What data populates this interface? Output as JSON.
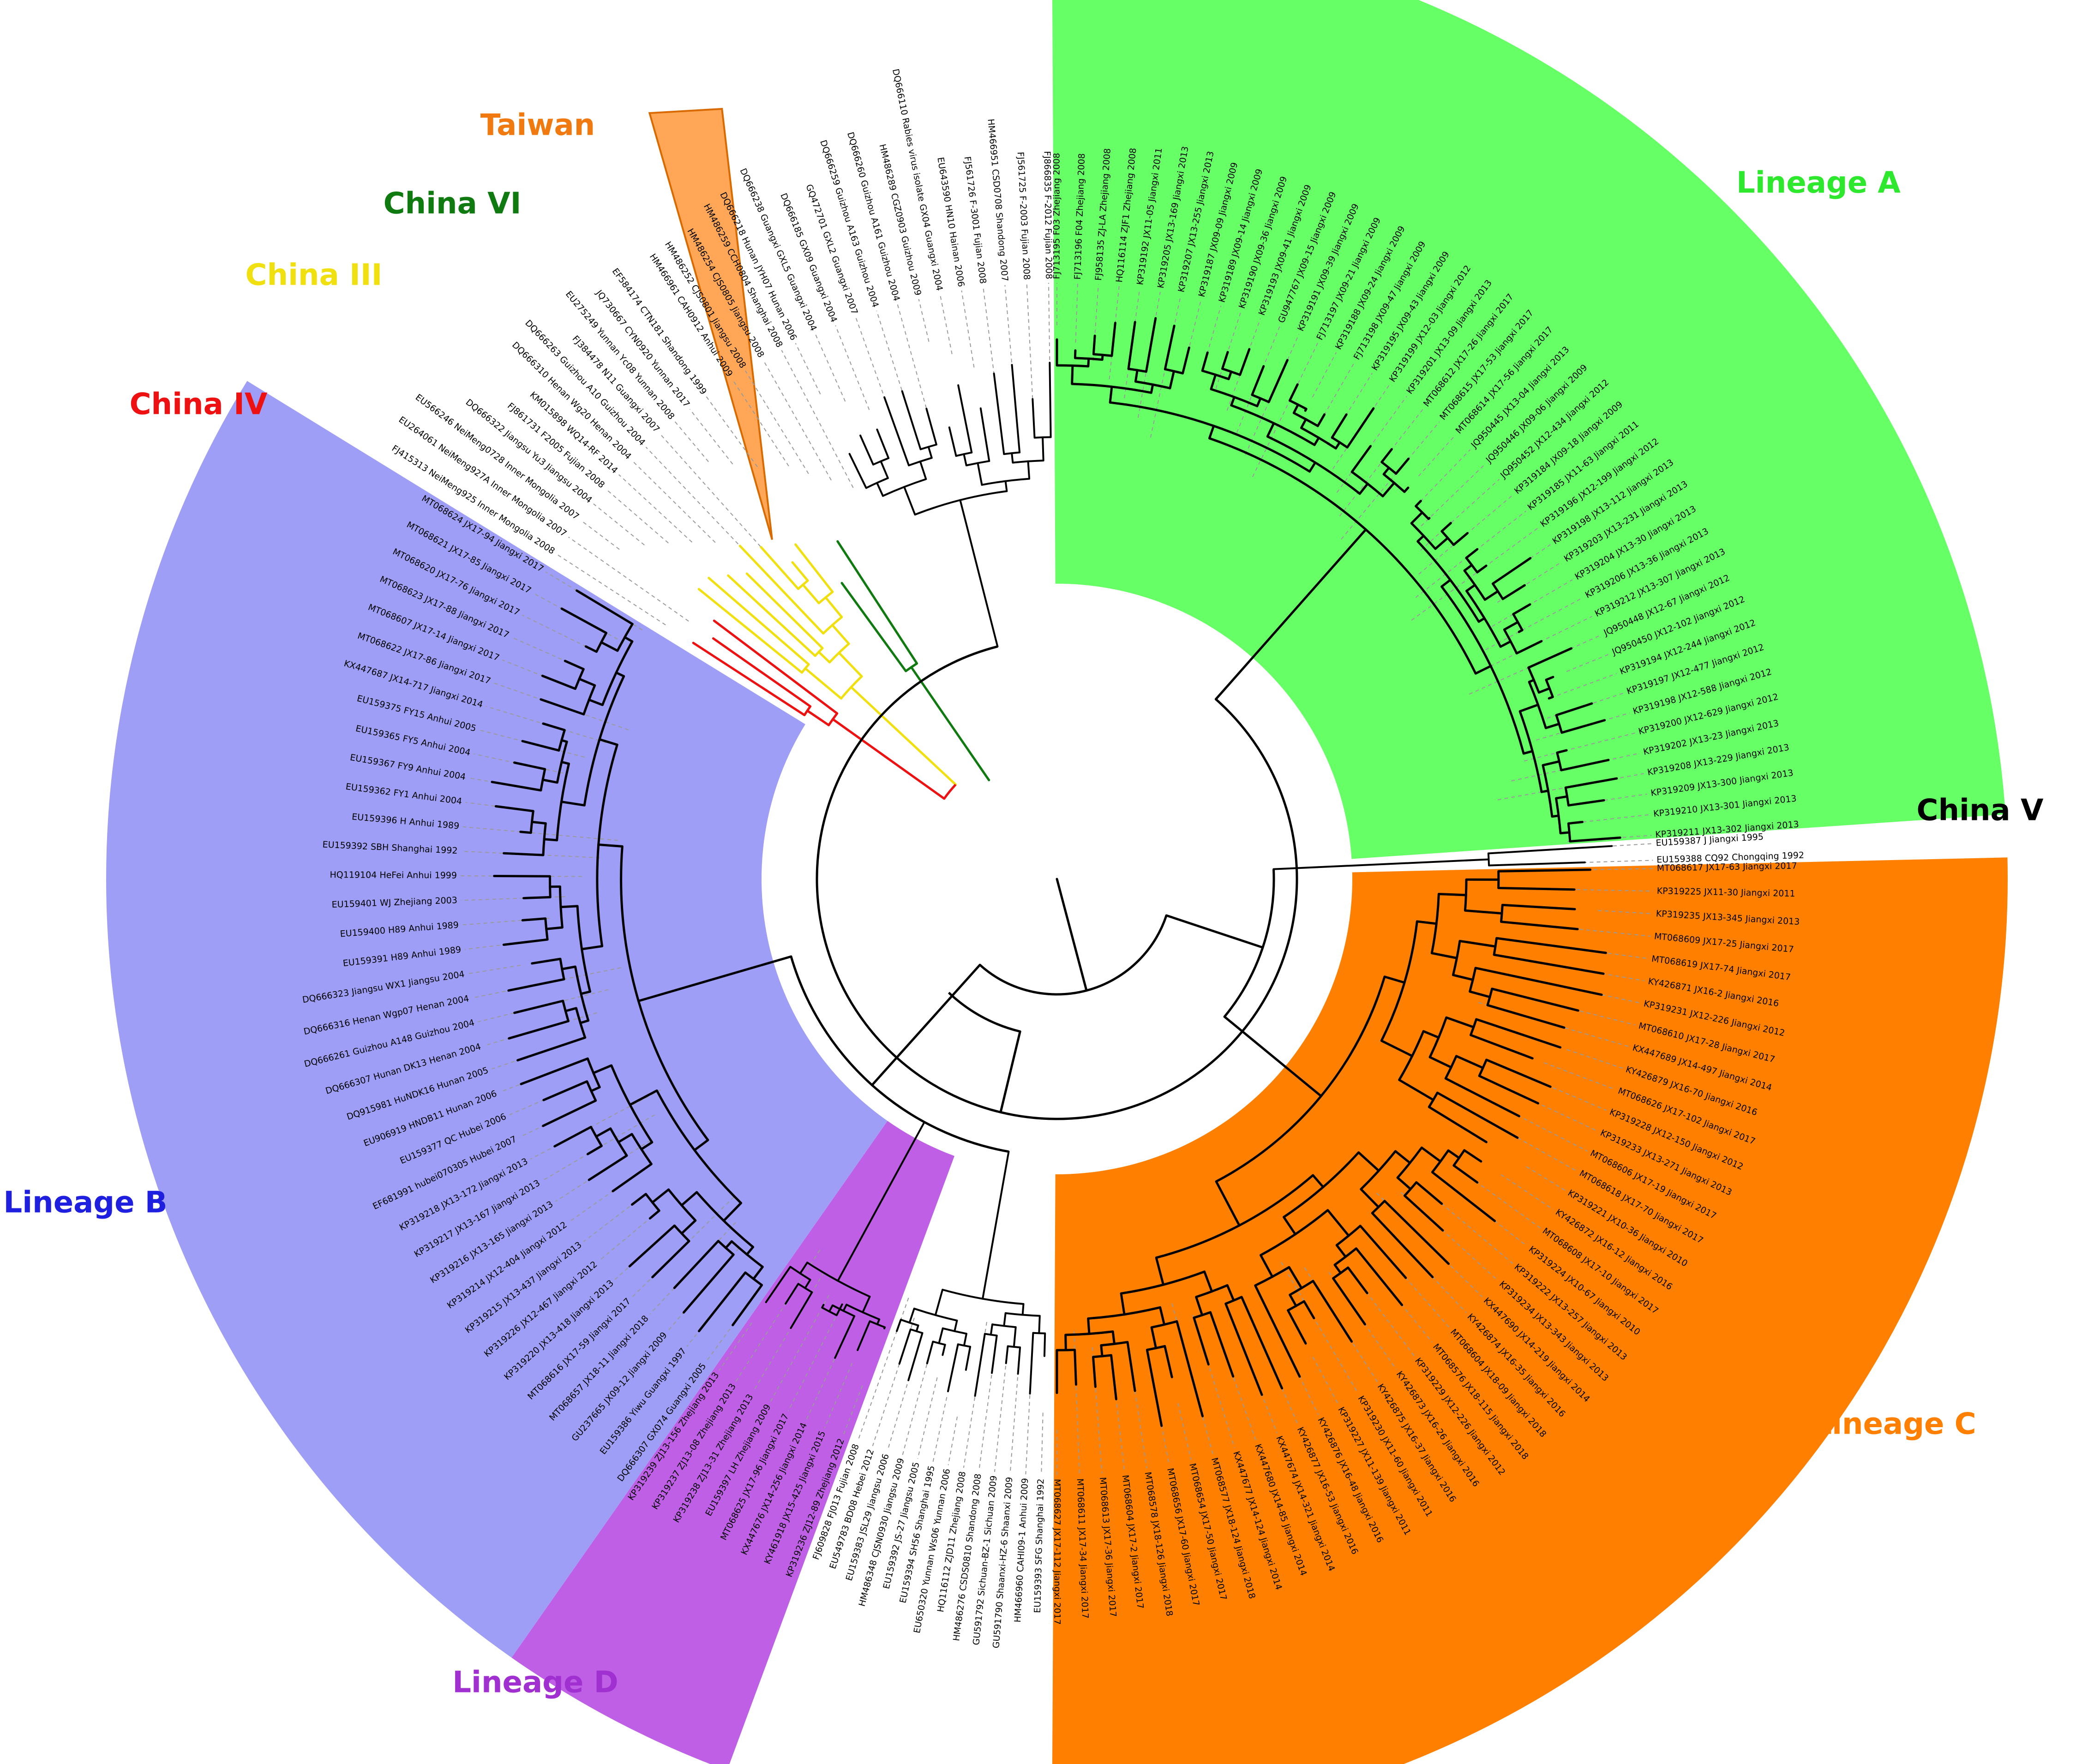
{
  "clades": [
    {
      "id": "lineage-a",
      "label": "Lineage A",
      "color": "#66ff66",
      "text_color": "#2ee82e"
    },
    {
      "id": "lineage-b",
      "label": "Lineage B",
      "color": "#9999f5",
      "text_color": "#1f1fe0"
    },
    {
      "id": "lineage-c",
      "label": "Lineage C",
      "color": "#ff8000",
      "text_color": "#ff7f00"
    },
    {
      "id": "lineage-d",
      "label": "Lineage D",
      "color": "#bf5fe6",
      "text_color": "#a030d0"
    },
    {
      "id": "china-v",
      "label": "China V",
      "color": "#000000",
      "text_color": "#000000"
    },
    {
      "id": "china-iv",
      "label": "China IV",
      "color": "#ee1111",
      "text_color": "#ee1111"
    },
    {
      "id": "china-iii",
      "label": "China III",
      "color": "#f2f200",
      "text_color": "#f0e010"
    },
    {
      "id": "china-vi",
      "label": "China VI",
      "color": "#0f7a0f",
      "text_color": "#0f7a0f"
    },
    {
      "id": "taiwan",
      "label": "Taiwan",
      "color": "#ff8a1f",
      "text_color": "#f07a10"
    }
  ],
  "leaves": [
    {
      "label": "FJ713195 F03 Zhejiang 2008",
      "clade": "lineage-a"
    },
    {
      "label": "FJ713196 F04 Zhejiang 2008",
      "clade": "lineage-a"
    },
    {
      "label": "FJ958135 ZJ-LA Zhejiang 2008",
      "clade": "lineage-a"
    },
    {
      "label": "HQ116114 ZJF1 Zhejiang 2008",
      "clade": "lineage-a"
    },
    {
      "label": "KP319192 JX11-05 Jiangxi 2011",
      "clade": "lineage-a"
    },
    {
      "label": "KP319205 JX13-169 Jiangxi 2013",
      "clade": "lineage-a"
    },
    {
      "label": "KP319207 JX13-255 Jiangxi 2013",
      "clade": "lineage-a"
    },
    {
      "label": "KP319187 JX09-09 Jiangxi 2009",
      "clade": "lineage-a"
    },
    {
      "label": "KP319189 JX09-14 Jiangxi 2009",
      "clade": "lineage-a"
    },
    {
      "label": "KP319190 JX09-36 Jiangxi 2009",
      "clade": "lineage-a"
    },
    {
      "label": "KP319193 JX09-41 Jiangxi 2009",
      "clade": "lineage-a"
    },
    {
      "label": "GU947767 JX09-15 Jiangxi 2009",
      "clade": "lineage-a"
    },
    {
      "label": "KP319191 JX09-39 Jiangxi 2009",
      "clade": "lineage-a"
    },
    {
      "label": "FJ713197 JX09-21 Jiangxi 2009",
      "clade": "lineage-a"
    },
    {
      "label": "KP319188 JX09-24 Jiangxi 2009",
      "clade": "lineage-a"
    },
    {
      "label": "FJ713198 JX09-47 Jiangxi 2009",
      "clade": "lineage-a"
    },
    {
      "label": "KP319195 JX09-43 Jiangxi 2009",
      "clade": "lineage-a"
    },
    {
      "label": "KP319199 JX12-03 Jiangxi 2012",
      "clade": "lineage-a"
    },
    {
      "label": "KP319201 JX13-09 Jiangxi 2013",
      "clade": "lineage-a"
    },
    {
      "label": "MT068612 JX17-26 Jiangxi 2017",
      "clade": "lineage-a"
    },
    {
      "label": "MT068615 JX17-53 Jiangxi 2017",
      "clade": "lineage-a"
    },
    {
      "label": "MT068614 JX17-56 Jiangxi 2017",
      "clade": "lineage-a"
    },
    {
      "label": "JQ950445 JX13-04 Jiangxi 2013",
      "clade": "lineage-a"
    },
    {
      "label": "JQ950446 JX09-06 Jiangxi 2009",
      "clade": "lineage-a"
    },
    {
      "label": "JQ950452 JX12-434 Jiangxi 2012",
      "clade": "lineage-a"
    },
    {
      "label": "KP319184 JX09-18 Jiangxi 2009",
      "clade": "lineage-a"
    },
    {
      "label": "KP319185 JX11-63 Jiangxi 2011",
      "clade": "lineage-a"
    },
    {
      "label": "KP319196 JX12-199 Jiangxi 2012",
      "clade": "lineage-a"
    },
    {
      "label": "KP319198 JX13-112 Jiangxi 2013",
      "clade": "lineage-a"
    },
    {
      "label": "KP319203 JX13-231 Jiangxi 2013",
      "clade": "lineage-a"
    },
    {
      "label": "KP319204 JX13-30 Jiangxi 2013",
      "clade": "lineage-a"
    },
    {
      "label": "KP319206 JX13-36 Jiangxi 2013",
      "clade": "lineage-a"
    },
    {
      "label": "KP319212 JX13-307 Jiangxi 2013",
      "clade": "lineage-a"
    },
    {
      "label": "JQ950448 JX12-67 Jiangxi 2012",
      "clade": "lineage-a"
    },
    {
      "label": "JQ950450 JX12-102 Jiangxi 2012",
      "clade": "lineage-a"
    },
    {
      "label": "KP319194 JX12-244 Jiangxi 2012",
      "clade": "lineage-a"
    },
    {
      "label": "KP319197 JX12-477 Jiangxi 2012",
      "clade": "lineage-a"
    },
    {
      "label": "KP319198 JX12-588 Jiangxi 2012",
      "clade": "lineage-a"
    },
    {
      "label": "KP319200 JX12-629 Jiangxi 2012",
      "clade": "lineage-a"
    },
    {
      "label": "KP319202 JX13-23 Jiangxi 2013",
      "clade": "lineage-a"
    },
    {
      "label": "KP319208 JX13-229 Jiangxi 2013",
      "clade": "lineage-a"
    },
    {
      "label": "KP319209 JX13-300 Jiangxi 2013",
      "clade": "lineage-a"
    },
    {
      "label": "KP319210 JX13-301 Jiangxi 2013",
      "clade": "lineage-a"
    },
    {
      "label": "KP319211 JX13-302 Jiangxi 2013",
      "clade": "lineage-a"
    },
    {
      "label": "EU159387 J Jiangxi 1995",
      "clade": "china-v"
    },
    {
      "label": "EU159388 CQ92 Chongqing 1992",
      "clade": "china-v"
    },
    {
      "label": "MT068617 JX17-63 Jiangxi 2017",
      "clade": "lineage-c"
    },
    {
      "label": "KP319225 JX11-30 Jiangxi 2011",
      "clade": "lineage-c"
    },
    {
      "label": "KP319235 JX13-345 Jiangxi 2013",
      "clade": "lineage-c"
    },
    {
      "label": "MT068609 JX17-25 Jiangxi 2017",
      "clade": "lineage-c"
    },
    {
      "label": "MT068619 JX17-74 Jiangxi 2017",
      "clade": "lineage-c"
    },
    {
      "label": "KY426871 JX16-2 Jiangxi 2016",
      "clade": "lineage-c"
    },
    {
      "label": "KP319231 JX12-226 Jiangxi 2012",
      "clade": "lineage-c"
    },
    {
      "label": "MT068610 JX17-28 Jiangxi 2017",
      "clade": "lineage-c"
    },
    {
      "label": "KX447689 JX14-497 Jiangxi 2014",
      "clade": "lineage-c"
    },
    {
      "label": "KY426879 JX16-70 Jiangxi 2016",
      "clade": "lineage-c"
    },
    {
      "label": "MT068626 JX17-102 Jiangxi 2017",
      "clade": "lineage-c"
    },
    {
      "label": "KP319228 JX12-150 Jiangxi 2012",
      "clade": "lineage-c"
    },
    {
      "label": "KP319233 JX13-271 Jiangxi 2013",
      "clade": "lineage-c"
    },
    {
      "label": "MT068606 JX17-19 Jiangxi 2017",
      "clade": "lineage-c"
    },
    {
      "label": "MT068618 JX17-70 Jiangxi 2017",
      "clade": "lineage-c"
    },
    {
      "label": "KP319221 JX10-36 Jiangxi 2010",
      "clade": "lineage-c"
    },
    {
      "label": "KY426872 JX16-12 Jiangxi 2016",
      "clade": "lineage-c"
    },
    {
      "label": "MT068608 JX17-10 Jiangxi 2017",
      "clade": "lineage-c"
    },
    {
      "label": "KP319224 JX10-67 Jiangxi 2010",
      "clade": "lineage-c"
    },
    {
      "label": "KP319222 JX13-257 Jiangxi 2013",
      "clade": "lineage-c"
    },
    {
      "label": "KP319234 JX13-343 Jiangxi 2013",
      "clade": "lineage-c"
    },
    {
      "label": "KX447690 JX14-219 Jiangxi 2014",
      "clade": "lineage-c"
    },
    {
      "label": "KY426874 JX16-35 Jiangxi 2016",
      "clade": "lineage-c"
    },
    {
      "label": "MT068604 JX18-09 Jiangxi 2018",
      "clade": "lineage-c"
    },
    {
      "label": "MT068576 JX18-115 Jiangxi 2018",
      "clade": "lineage-c"
    },
    {
      "label": "KP319229 JX12-226 Jiangxi 2012",
      "clade": "lineage-c"
    },
    {
      "label": "KY426873 JX16-26 Jiangxi 2016",
      "clade": "lineage-c"
    },
    {
      "label": "KY426875 JX16-37 Jiangxi 2016",
      "clade": "lineage-c"
    },
    {
      "label": "KP319230 JX11-60 Jiangxi 2011",
      "clade": "lineage-c"
    },
    {
      "label": "KP319227 JX11-139 Jiangxi 2011",
      "clade": "lineage-c"
    },
    {
      "label": "KY426876 JX16-48 Jiangxi 2016",
      "clade": "lineage-c"
    },
    {
      "label": "KY426877 JX16-53 Jiangxi 2016",
      "clade": "lineage-c"
    },
    {
      "label": "KX447674 JX14-321 Jiangxi 2014",
      "clade": "lineage-c"
    },
    {
      "label": "KX447680 JX14-85 Jiangxi 2014",
      "clade": "lineage-c"
    },
    {
      "label": "KX447677 JX14-124 Jiangxi 2014",
      "clade": "lineage-c"
    },
    {
      "label": "MT068577 JX18-124 Jiangxi 2018",
      "clade": "lineage-c"
    },
    {
      "label": "MT068654 JX17-50 Jiangxi 2017",
      "clade": "lineage-c"
    },
    {
      "label": "MT068656 JX17-60 Jiangxi 2017",
      "clade": "lineage-c"
    },
    {
      "label": "MT068578 JX18-126 Jiangxi 2018",
      "clade": "lineage-c"
    },
    {
      "label": "MT068604 JX17-2 Jiangxi 2017",
      "clade": "lineage-c"
    },
    {
      "label": "MT068613 JX17-36 Jiangxi 2017",
      "clade": "lineage-c"
    },
    {
      "label": "MT068611 JX17-34 Jiangxi 2017",
      "clade": "lineage-c"
    },
    {
      "label": "MT068627 JX17-112 Jiangxi 2017",
      "clade": "lineage-c"
    },
    {
      "label": "EU159393 SFG Shanghai 1992",
      "clade": "out-d"
    },
    {
      "label": "HM466960 CAHI09-1 Anhui 2009",
      "clade": "out-d"
    },
    {
      "label": "GU591790 Shaanxi-HZ-6 Shaanxi 2009",
      "clade": "out-d"
    },
    {
      "label": "GU591792 Sichuan-BZ-1 Sichuan 2009",
      "clade": "out-d"
    },
    {
      "label": "HM486276 CSDS0810 Shandong 2008",
      "clade": "out-d"
    },
    {
      "label": "HQ116112 ZJD11 Zhejiang 2008",
      "clade": "out-d"
    },
    {
      "label": "EU650320 Yunnan Ws06 Yunnan 2006",
      "clade": "out-d"
    },
    {
      "label": "EU159394 SH56 Shanghai 1995",
      "clade": "out-d"
    },
    {
      "label": "EU159392 JS-27 Jiangsu 2005",
      "clade": "out-d"
    },
    {
      "label": "HM486348 CJSN0930 Jiangsu 2009",
      "clade": "out-d"
    },
    {
      "label": "EU159383 JSL29 Jiangsu 2006",
      "clade": "out-d"
    },
    {
      "label": "EU549783 BD08 Hebei 2012",
      "clade": "out-d"
    },
    {
      "label": "FJ609828 FJ013 Fujian 2008",
      "clade": "out-d"
    },
    {
      "label": "KP319236 ZJ12-89 Zhejiang 2012",
      "clade": "lineage-d"
    },
    {
      "label": "KY461918 JX15-425 Jiangxi 2015",
      "clade": "lineage-d"
    },
    {
      "label": "KX447676 JX14-256 Jiangxi 2014",
      "clade": "lineage-d"
    },
    {
      "label": "MT068625 JX17-96 Jiangxi 2017",
      "clade": "lineage-d"
    },
    {
      "label": "EU159397 LH Zhejiang 2009",
      "clade": "lineage-d"
    },
    {
      "label": "KP319238 ZJ13-31 Zhejiang 2013",
      "clade": "lineage-d"
    },
    {
      "label": "KP319237 ZJ13-08 Zhejiang 2013",
      "clade": "lineage-d"
    },
    {
      "label": "KP319239 ZJ13-156 Zhejiang 2013",
      "clade": "lineage-d"
    },
    {
      "label": "DQ666307 GX074 Guangxi 2005",
      "clade": "lineage-b"
    },
    {
      "label": "EU159386 Yiwu Guangxi 1997",
      "clade": "lineage-b"
    },
    {
      "label": "GU237665 JX09-12 Jiangxi 2009",
      "clade": "lineage-b"
    },
    {
      "label": "MT068657 JX18-11 Jiangxi 2018",
      "clade": "lineage-b"
    },
    {
      "label": "MT068616 JX17-59 Jiangxi 2017",
      "clade": "lineage-b"
    },
    {
      "label": "KP319220 JX13-418 Jiangxi 2013",
      "clade": "lineage-b"
    },
    {
      "label": "KP319226 JX12-467 Jiangxi 2012",
      "clade": "lineage-b"
    },
    {
      "label": "KP319215 JX13-437 Jiangxi 2013",
      "clade": "lineage-b"
    },
    {
      "label": "KP319214 JX12-404 Jiangxi 2012",
      "clade": "lineage-b"
    },
    {
      "label": "KP319216 JX13-165 Jiangxi 2013",
      "clade": "lineage-b"
    },
    {
      "label": "KP319217 JX13-167 Jiangxi 2013",
      "clade": "lineage-b"
    },
    {
      "label": "KP319218 JX13-172 Jiangxi 2013",
      "clade": "lineage-b"
    },
    {
      "label": "EF681991 hubei070305 Hubei 2007",
      "clade": "lineage-b"
    },
    {
      "label": "EU159377 QC Hubei 2006",
      "clade": "lineage-b"
    },
    {
      "label": "EU906919 HNDB11 Hunan 2006",
      "clade": "lineage-b"
    },
    {
      "label": "DQ915981 HuNDK16 Hunan 2005",
      "clade": "lineage-b"
    },
    {
      "label": "DQ666307 Hunan DK13 Henan 2004",
      "clade": "lineage-b"
    },
    {
      "label": "DQ666261 Guizhou A148 Guizhou 2004",
      "clade": "lineage-b"
    },
    {
      "label": "DQ666316 Henan Wgp07 Henan 2004",
      "clade": "lineage-b"
    },
    {
      "label": "DQ666323 Jiangsu WX1 Jiangsu 2004",
      "clade": "lineage-b"
    },
    {
      "label": "EU159391 H89 Anhui 1989",
      "clade": "lineage-b"
    },
    {
      "label": "EU159400 H89 Anhui 1989",
      "clade": "lineage-b"
    },
    {
      "label": "EU159401 WJ Zhejiang 2003",
      "clade": "lineage-b"
    },
    {
      "label": "HQ119104 HeFei Anhui 1999",
      "clade": "lineage-b"
    },
    {
      "label": "EU159392 SBH Shanghai 1992",
      "clade": "lineage-b"
    },
    {
      "label": "EU159396 H Anhui 1989",
      "clade": "lineage-b"
    },
    {
      "label": "EU159362 FY1 Anhui 2004",
      "clade": "lineage-b"
    },
    {
      "label": "EU159367 FY9 Anhui 2004",
      "clade": "lineage-b"
    },
    {
      "label": "EU159365 FY5 Anhui 2004",
      "clade": "lineage-b"
    },
    {
      "label": "EU159375 FY15 Anhui 2005",
      "clade": "lineage-b"
    },
    {
      "label": "KX447687 JX14-717 Jiangxi 2014",
      "clade": "lineage-b"
    },
    {
      "label": "MT068622 JX17-86 Jiangxi 2017",
      "clade": "lineage-b"
    },
    {
      "label": "MT068607 JX17-14 Jiangxi 2017",
      "clade": "lineage-b"
    },
    {
      "label": "MT068623 JX17-88 Jiangxi 2017",
      "clade": "lineage-b"
    },
    {
      "label": "MT068620 JX17-76 Jiangxi 2017",
      "clade": "lineage-b"
    },
    {
      "label": "MT068621 JX17-85 Jiangxi 2017",
      "clade": "lineage-b"
    },
    {
      "label": "MT068624 JX17-94 Jiangxi 2017",
      "clade": "lineage-b"
    },
    {
      "label": "FJ415313 NeiMeng925 Inner Mongolia 2008",
      "clade": "china-iv"
    },
    {
      "label": "EU264061 NeiMeng927A Inner Mongolia 2007",
      "clade": "china-iv"
    },
    {
      "label": "EU566246 NeiMeng0728 Inner Mongolia 2007",
      "clade": "china-iv"
    },
    {
      "label": "DQ666322 Jiangsu Yu3 Jiangsu 2004",
      "clade": "china-iii"
    },
    {
      "label": "FJ861731 F2005 Fujian 2008",
      "clade": "china-iii"
    },
    {
      "label": "KM015898 WQ14-RF 2014",
      "clade": "china-iii"
    },
    {
      "label": "DQ666310 Henan Wg20 Henan 2004",
      "clade": "china-iii"
    },
    {
      "label": "DQ666263 Guizhou A10 Guizhou 2004",
      "clade": "china-iii"
    },
    {
      "label": "FJ384478 N11 Guangxi 2007",
      "clade": "china-iii"
    },
    {
      "label": "EU275249 Yunnan Yc08 Yunnan 2008",
      "clade": "china-iii"
    },
    {
      "label": "JQ730667 CYN0920 Yunnan 2017",
      "clade": "china-iii"
    },
    {
      "label": "EF584174 CTN181 Shandong 1999",
      "clade": "china-vi"
    },
    {
      "label": "HM466961 CAH0912 Anhui 2009",
      "clade": "china-vi"
    },
    {
      "label": "HM486252 CJS0801 Jiangsu 2008",
      "clade": "taiwan"
    },
    {
      "label": "HM486254 CJS0805 Jiangsu 2008",
      "clade": "taiwan"
    },
    {
      "label": "HM486259 CCH0804 Shanghai 2008",
      "clade": "taiwan"
    },
    {
      "label": "DQ666218 Hunan JYH07 Hunan 2006",
      "clade": "out-top"
    },
    {
      "label": "DQ666238 Guangxi GXL5 Guangxi 2004",
      "clade": "out-top"
    },
    {
      "label": "DQ666185 GX09 Guangxi 2004",
      "clade": "out-top"
    },
    {
      "label": "GQ472701 GXL2 Guangxi 2007",
      "clade": "out-top"
    },
    {
      "label": "DQ666259 Guizhou A163 Guizhou 2004",
      "clade": "out-top"
    },
    {
      "label": "DQ666260 Guizhou A161 Guizhou 2004",
      "clade": "out-top"
    },
    {
      "label": "HM486289 CGZ0903 Guizhou 2009",
      "clade": "out-top"
    },
    {
      "label": "DQ666110 Rabies virus isolate GX04 Guangxi 2004",
      "clade": "out-top"
    },
    {
      "label": "EU643590 HN10 Hainan 2006",
      "clade": "out-top"
    },
    {
      "label": "FJ561726 F-3001 Fujian 2008",
      "clade": "out-top"
    },
    {
      "label": "HM466951 CSD0708 Shandong 2007",
      "clade": "out-top"
    },
    {
      "label": "FJ561725 F-2003 Fujian 2008",
      "clade": "out-top"
    },
    {
      "label": "FJ866835 F-2012 Fujian 2008",
      "clade": "out-top"
    }
  ]
}
